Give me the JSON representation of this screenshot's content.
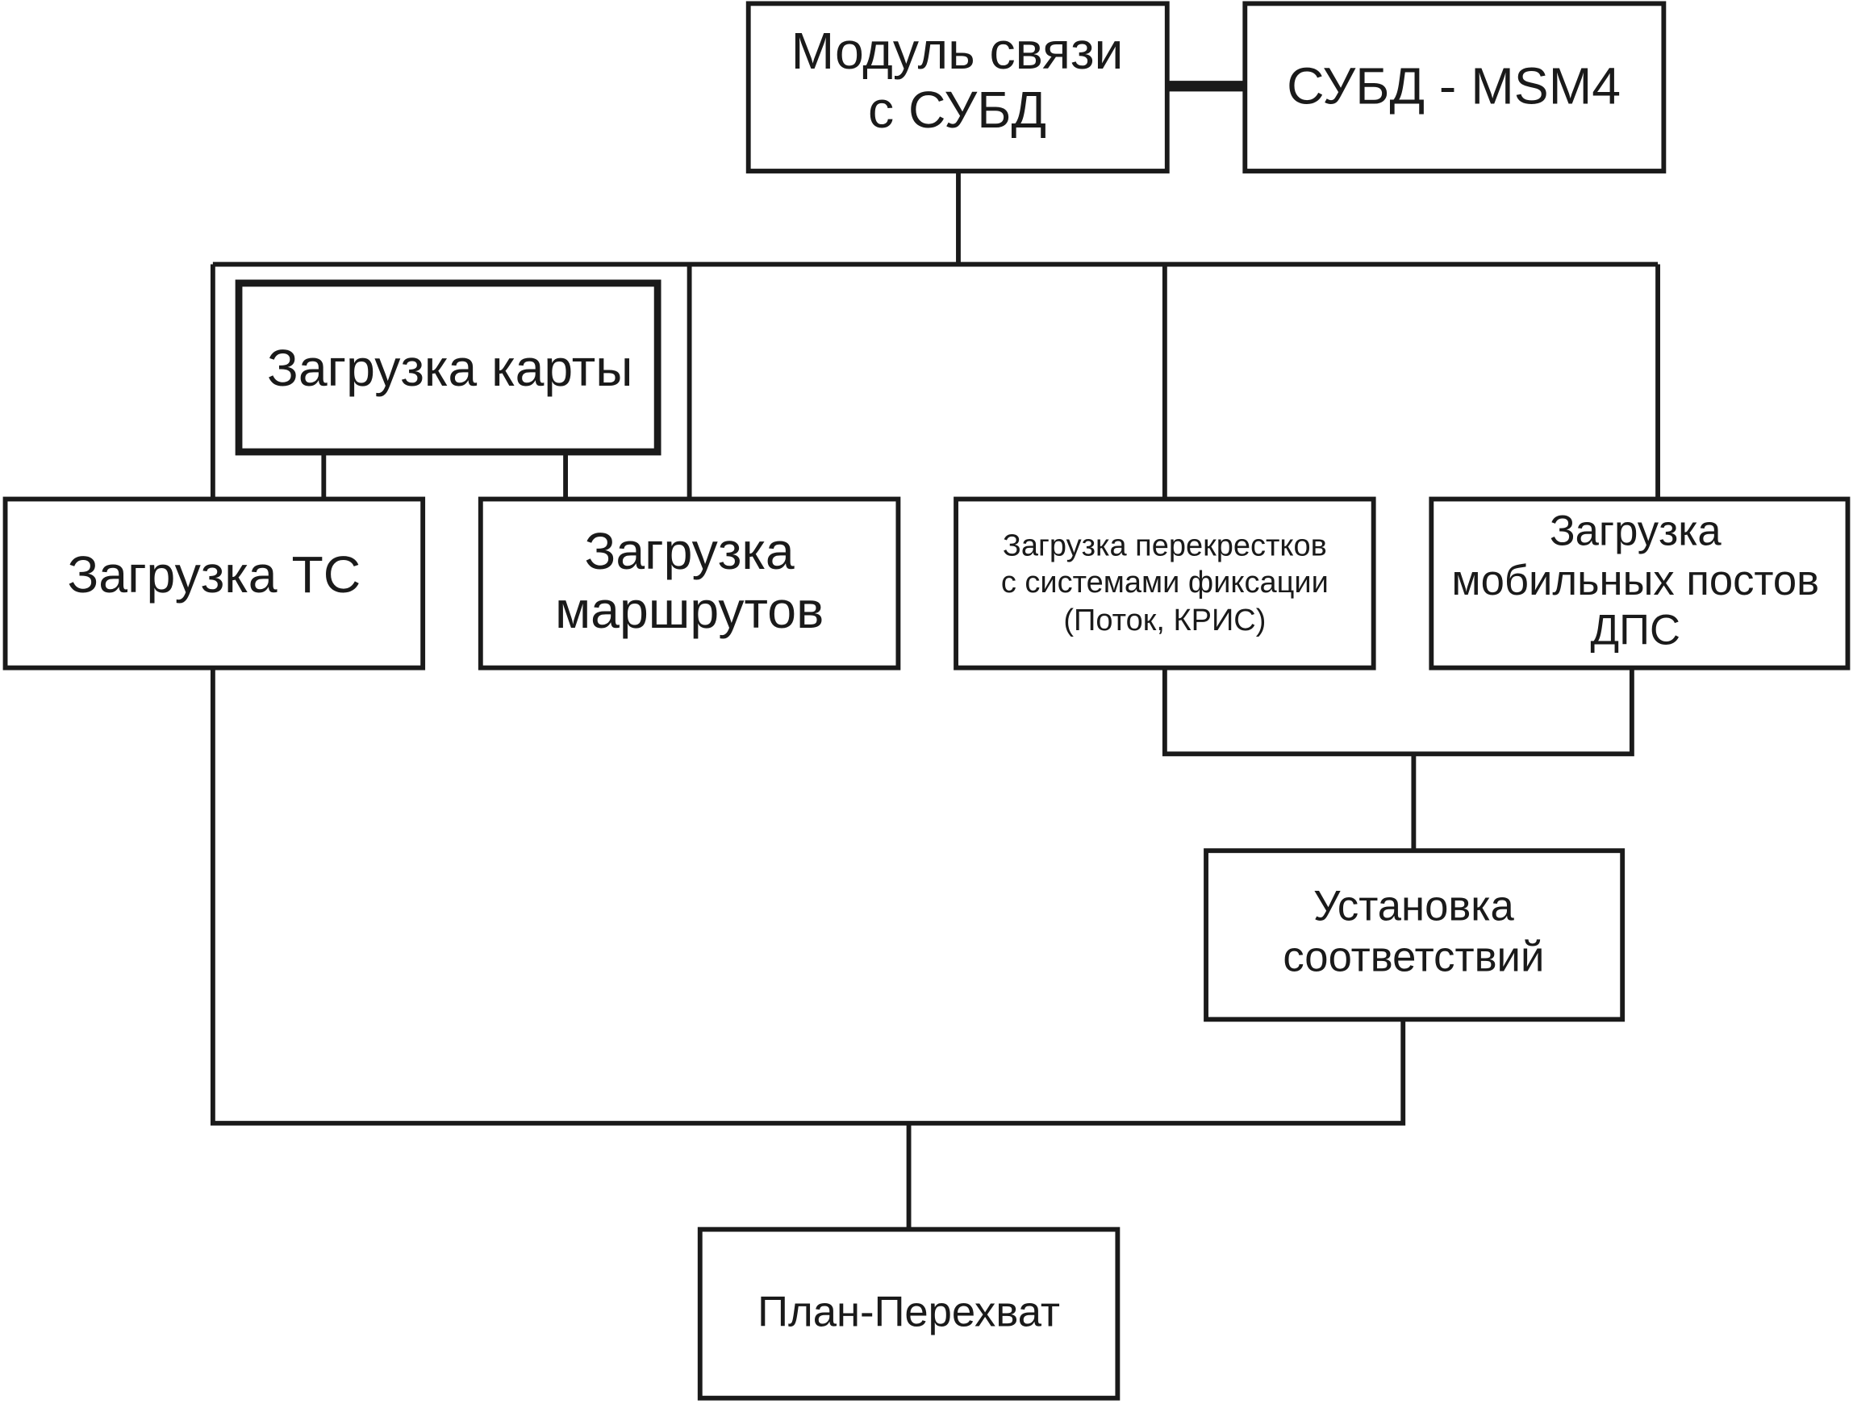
{
  "nodes": {
    "comm_module": [
      "Модуль связи",
      "с СУБД"
    ],
    "dbms": [
      "СУБД - MSM4"
    ],
    "map_load": [
      "Загрузка карты"
    ],
    "vehicle_load": [
      "Загрузка ТС"
    ],
    "routes_load": [
      "Загрузка",
      "маршрутов"
    ],
    "intersections_load": [
      "Загрузка перекрестков",
      "с системами фиксации",
      "(Поток, КРИС)"
    ],
    "mobile_posts_load": [
      "Загрузка",
      "мобильных постов",
      "ДПС"
    ],
    "mapping": [
      "Установка",
      "соответствий"
    ],
    "plan": [
      "План-Перехват"
    ]
  }
}
